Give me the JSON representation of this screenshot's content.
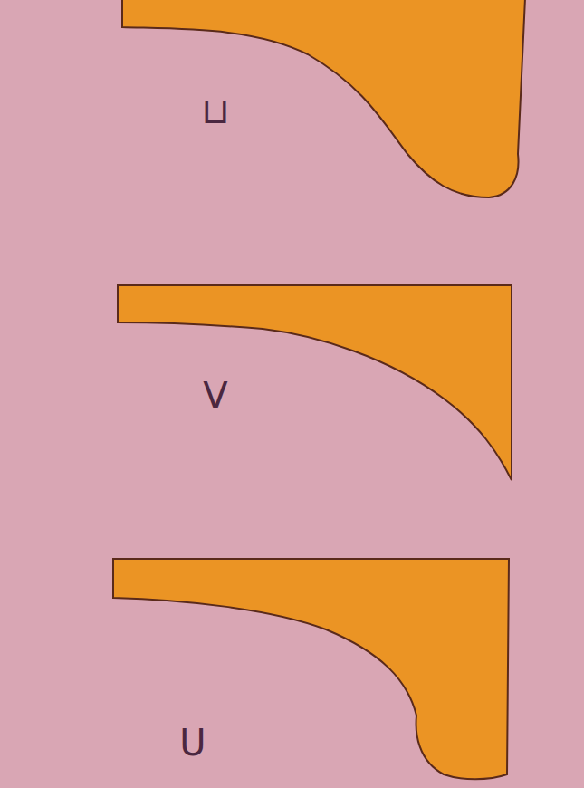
{
  "diagram": {
    "labels": [
      "⊔",
      "V",
      "U"
    ]
  }
}
